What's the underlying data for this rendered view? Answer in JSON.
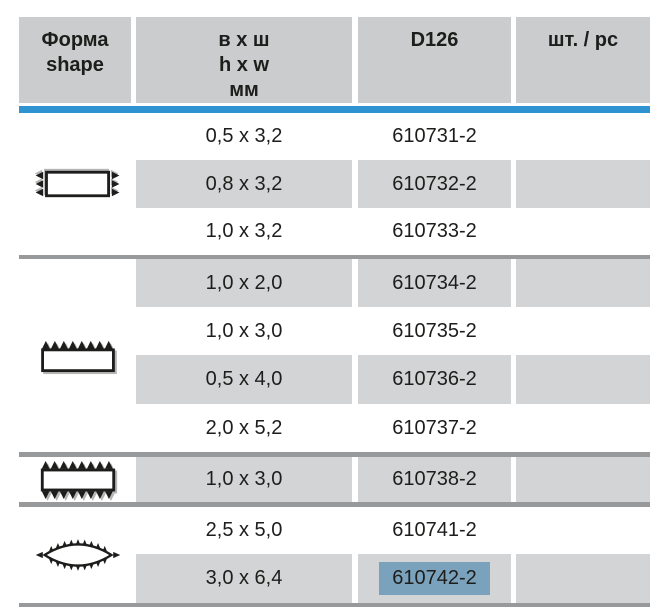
{
  "header": {
    "shape_col": {
      "line1": "Форма",
      "line2": "shape"
    },
    "size_col": {
      "line1": "в х ш",
      "line2": "h x w",
      "line3": "мм"
    },
    "code_col": "D126",
    "qty_col": "шт. / pc"
  },
  "groups": [
    {
      "shape_icon": "rect-serrated-sides-icon",
      "rows": [
        {
          "size": "0,5 x 3,2",
          "code": "610731-2"
        },
        {
          "size": "0,8 x 3,2",
          "code": "610732-2"
        },
        {
          "size": "1,0 x 3,2",
          "code": "610733-2"
        }
      ]
    },
    {
      "shape_icon": "rect-serrated-top-icon",
      "rows": [
        {
          "size": "1,0 x 2,0",
          "code": "610734-2"
        },
        {
          "size": "1,0 x 3,0",
          "code": "610735-2"
        },
        {
          "size": "0,5 x 4,0",
          "code": "610736-2"
        },
        {
          "size": "2,0 x 5,2",
          "code": "610737-2"
        }
      ]
    },
    {
      "shape_icon": "rect-serrated-top-bottom-icon",
      "rows": [
        {
          "size": "1,0 x 3,0",
          "code": "610738-2"
        }
      ]
    },
    {
      "shape_icon": "lens-serrated-icon",
      "rows": [
        {
          "size": "2,5 x 5,0",
          "code": "610741-2"
        },
        {
          "size": "3,0 x 6,4",
          "code": "610742-2",
          "highlighted": true
        }
      ]
    }
  ],
  "colors": {
    "header_bg": "#cbcccd",
    "band_bg": "#d3d4d5",
    "divider": "#97999b",
    "accent_blue": "#2e93d0",
    "selection": "#7ba2bc",
    "text": "#1d1d1b"
  }
}
